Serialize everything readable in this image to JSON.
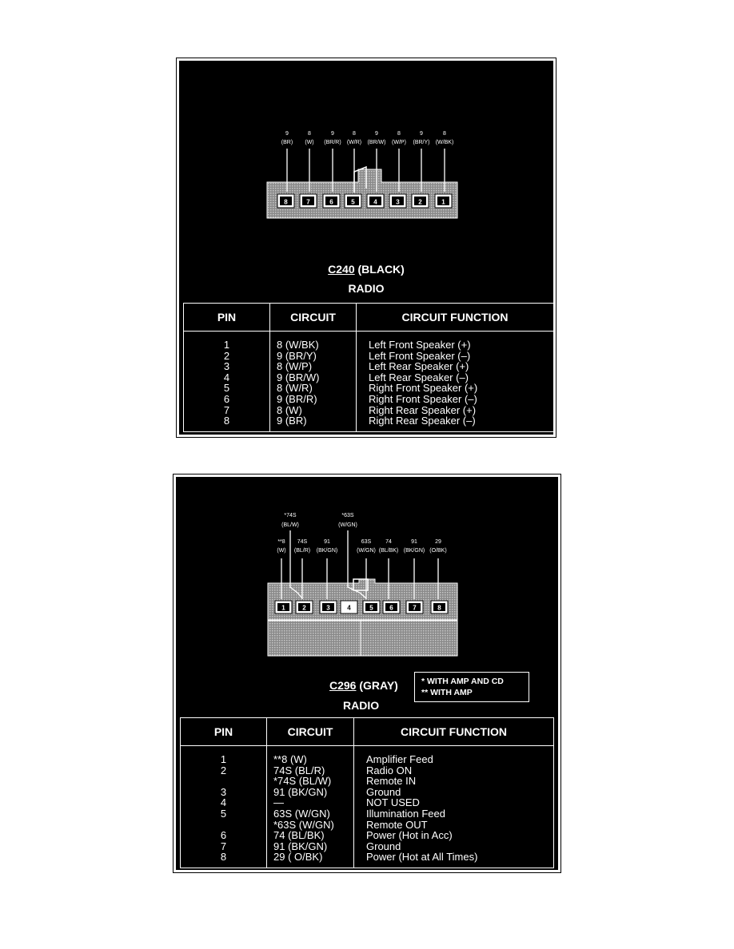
{
  "connectors": [
    {
      "code": "C240",
      "color": "(BLACK)",
      "component": "RADIO",
      "wire_labels": [
        {
          "num": "9",
          "color": "(BR)"
        },
        {
          "num": "8",
          "color": "(W)"
        },
        {
          "num": "9",
          "color": "(BR/R)"
        },
        {
          "num": "8",
          "color": "(W/R)"
        },
        {
          "num": "9",
          "color": "(BR/W)"
        },
        {
          "num": "8",
          "color": "(W/P)"
        },
        {
          "num": "9",
          "color": "(BR/Y)"
        },
        {
          "num": "8",
          "color": "(W/BK)"
        }
      ],
      "pin_boxes": [
        "8",
        "7",
        "6",
        "5",
        "4",
        "3",
        "2",
        "1"
      ],
      "table": {
        "headers": [
          "PIN",
          "CIRCUIT",
          "CIRCUIT FUNCTION"
        ],
        "pins": [
          "1",
          "2",
          "3",
          "4",
          "5",
          "6",
          "7",
          "8"
        ],
        "circuits": [
          "8 (W/BK)",
          "9 (BR/Y)",
          "8 (W/P)",
          "9 (BR/W)",
          "8 (W/R)",
          "9 (BR/R)",
          "8 (W)",
          "9 (BR)"
        ],
        "functions": [
          "Left Front Speaker (+)",
          "Left Front Speaker (–)",
          "Left Rear Speaker (+)",
          "Left Rear Speaker (–)",
          "Right Front Speaker (+)",
          "Right Front Speaker (–)",
          "Right Rear Speaker (+)",
          "Right Rear Speaker (–)"
        ]
      }
    },
    {
      "code": "C296",
      "color": "(GRAY)",
      "component": "RADIO",
      "legend": [
        "*  WITH AMP AND CD",
        "**  WITH AMP"
      ],
      "top_labels": [
        {
          "num": "*74S",
          "color": "(BL/W)"
        },
        {
          "num": "*63S",
          "color": "(W/GN)"
        }
      ],
      "wire_labels": [
        {
          "num": "**8",
          "color": "(W)"
        },
        {
          "num": "74S",
          "color": "(BL/R)"
        },
        {
          "num": "91",
          "color": "(BK/GN)"
        },
        {
          "num": "63S",
          "color": "(W/GN)"
        },
        {
          "num": "74",
          "color": "(BL/BK)"
        },
        {
          "num": "91",
          "color": "(BK/GN)"
        },
        {
          "num": "29",
          "color": "(O/BK)"
        }
      ],
      "pin_boxes": [
        "1",
        "2",
        "3",
        "4",
        "5",
        "6",
        "7",
        "8"
      ],
      "table": {
        "headers": [
          "PIN",
          "CIRCUIT",
          "CIRCUIT FUNCTION"
        ],
        "pins": [
          "1",
          "2",
          "",
          "3",
          "4",
          "5",
          "",
          "6",
          "7",
          "8"
        ],
        "circuits": [
          "**8 (W)",
          "74S (BL/R)",
          "*74S (BL/W)",
          "91 (BK/GN)",
          "—",
          "63S (W/GN)",
          "*63S (W/GN)",
          "74 (BL/BK)",
          "91 (BK/GN)",
          "29 ( O/BK)"
        ],
        "functions": [
          "Amplifier Feed",
          "Radio ON",
          "Remote IN",
          "Ground",
          "NOT USED",
          "Illumination Feed",
          "Remote OUT",
          "Power (Hot in Acc)",
          "Ground",
          "Power (Hot at All Times)"
        ]
      }
    }
  ]
}
